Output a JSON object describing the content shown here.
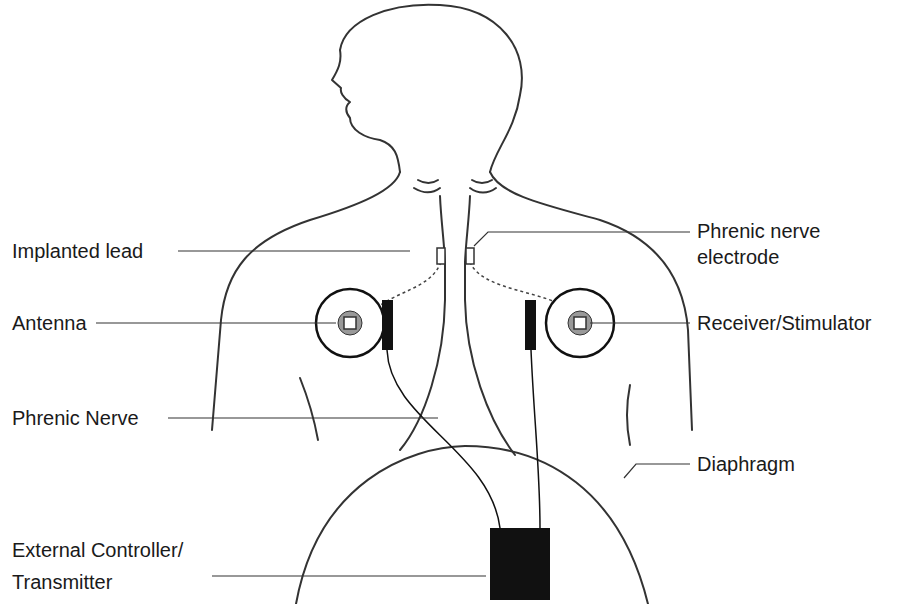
{
  "diagram": {
    "labels": [
      "Implanted lead",
      "Phrenic nerve electrode",
      "Antenna",
      "Receiver/Stimulator",
      "Phrenic Nerve",
      "Diaphragm",
      "External Controller/ Transmitter"
    ]
  }
}
